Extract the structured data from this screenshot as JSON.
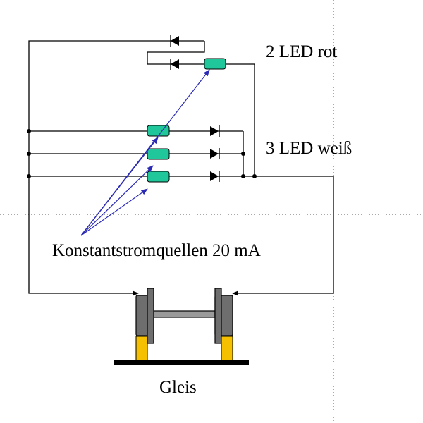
{
  "labels": {
    "red_leds": "2 LED rot",
    "white_leds": "3 LED weiß",
    "current_sources": "Konstantstromquellen 20 mA",
    "track": "Gleis"
  },
  "colors": {
    "wire": "#000000",
    "current_source": "#1fc79a",
    "pointer_arrow": "#2a2ab4",
    "wheel": "#6e6e6e",
    "axle": "#9a9a9a",
    "rail_pad": "#f5c000",
    "rail": "#000000"
  }
}
